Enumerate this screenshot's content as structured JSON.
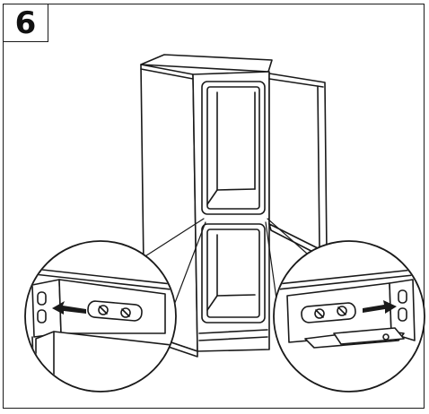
{
  "step": {
    "number": "6"
  },
  "colors": {
    "line": "#1a1a1a",
    "background": "#ffffff",
    "shade": "#e8e8e8"
  },
  "illustration": {
    "subject": "refrigerator-door-hinge-adjustment",
    "details": [
      {
        "name": "left-hinge-detail",
        "arrow_direction": "left"
      },
      {
        "name": "right-hinge-detail",
        "arrow_direction": "right"
      }
    ]
  }
}
